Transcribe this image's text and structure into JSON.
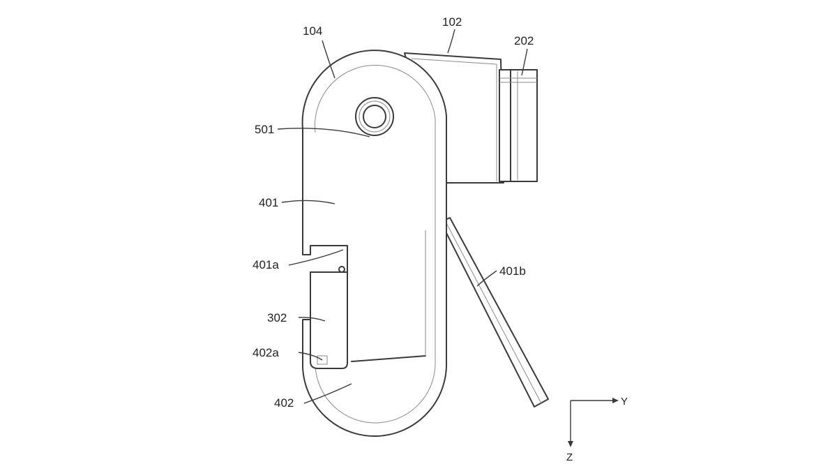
{
  "labels": {
    "l104": "104",
    "l102": "102",
    "l202": "202",
    "l501": "501",
    "l401": "401",
    "l401a": "401a",
    "l401b": "401b",
    "l302": "302",
    "l402a": "402a",
    "l402": "402"
  },
  "axes": {
    "y": "Y",
    "z": "Z"
  }
}
